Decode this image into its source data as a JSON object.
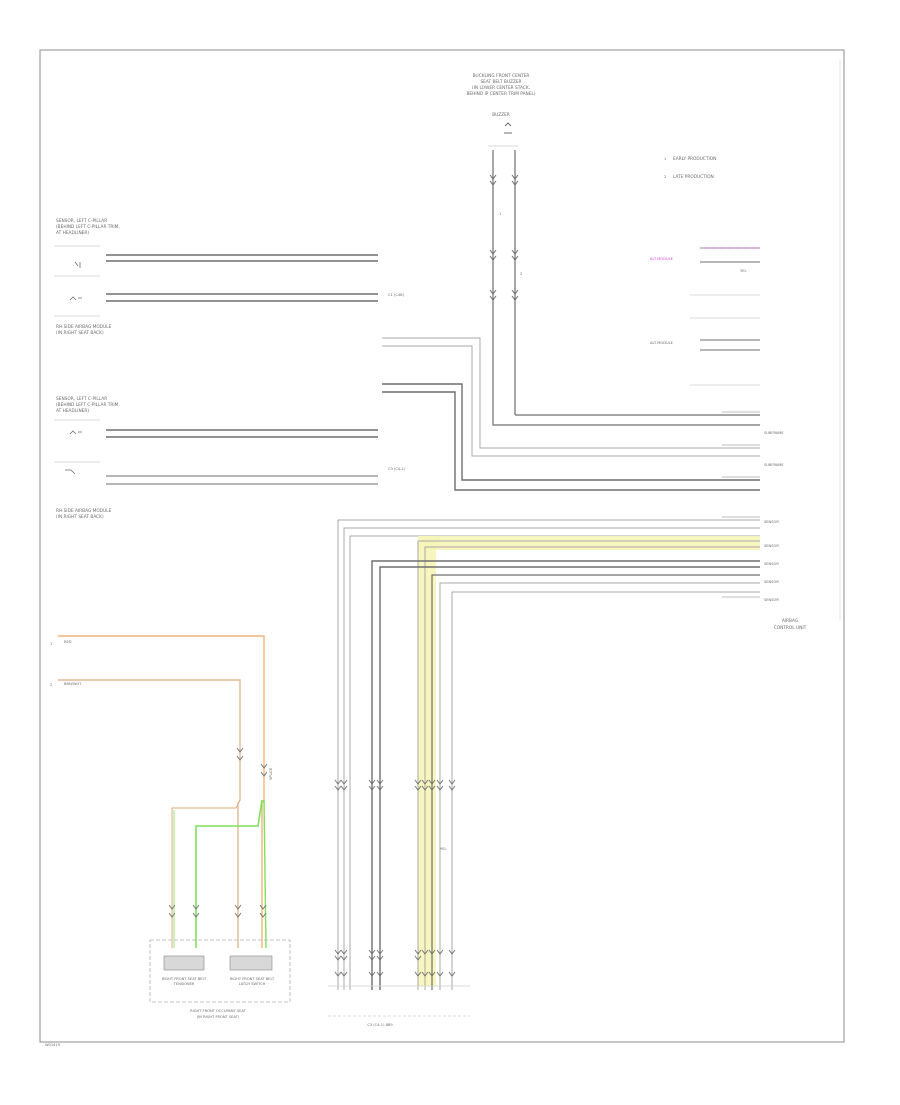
{
  "page_ref": "W01419",
  "legend": {
    "items": [
      {
        "mark": "1",
        "text": "EARLY PRODUCTION"
      },
      {
        "mark": "2",
        "text": "LATE PRODUCTION"
      }
    ]
  },
  "buzzer_component": {
    "lines": [
      "BUCKLING FRONT CENTER",
      "SEAT BELT BUZZER",
      "(IN LOWER CENTER STACK,",
      "BEHIND IP CENTER TRIM PANEL)",
      "BUZZER"
    ]
  },
  "left_components": {
    "sensor_left_cpillar_upper": [
      "SENSOR, LEFT C-PILLAR",
      "(BEHIND LEFT C-PILLAR TRIM,",
      "AT HEADLINER)"
    ],
    "rh_side_airbag_module_upper": [
      "RH SIDE AIRBAG MODULE",
      "(IN RIGHT SEAT BACK)"
    ],
    "sensor_left_cpillar_lower": [
      "SENSOR, LEFT C-PILLAR",
      "(BEHIND LEFT C-PILLAR TRIM,",
      "AT HEADLINER)"
    ],
    "rh_side_airbag_module_lower": [
      "RH SIDE AIRBAG MODULE",
      "(IN RIGHT SEAT BACK)"
    ]
  },
  "right_block": {
    "labels": [
      "SUBFRAME",
      "SUBFRAME",
      "SENSOR",
      "SENSOR",
      "SENSOR",
      "SENSOR",
      "SENSOR"
    ],
    "module_title": [
      "AIRBAG",
      "CONTROL UNIT"
    ],
    "side_group": "AIRBAG CONTROL UNIT"
  },
  "bottom": {
    "wire_colors": {
      "top": "RED",
      "bottom": "BRN/WHT"
    },
    "splice": "SPLICE",
    "seat_module_label": [
      "RIGHT FRONT OCCUPANT SEAT",
      "(IN RIGHT FRONT SEAT)"
    ],
    "seat_sub_left": [
      "RIGHT FRONT SEAT BELT",
      "TENSIONER"
    ],
    "seat_sub_right": [
      "RIGHT FRONT SEAT BELT",
      "LATCH SWITCH"
    ],
    "connector_bank": "C3 (C4-1) 8B9"
  },
  "colors": {
    "orange_wire": "#f2b37a",
    "tan_wire": "#e2b98e",
    "green_wire": "#7fe15a",
    "yellow_highlight": "#f7f5b8",
    "magenta_note": "#e03be0",
    "frame": "#8c8c8c"
  }
}
